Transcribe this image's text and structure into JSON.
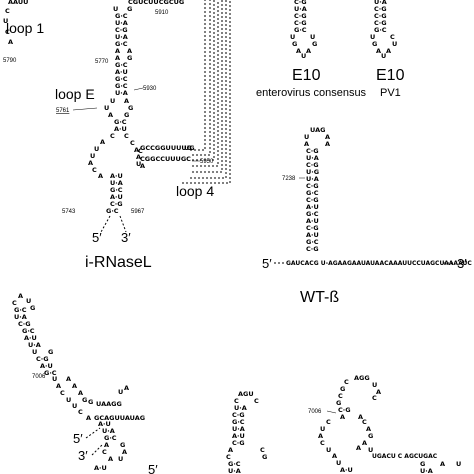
{
  "structures": {
    "irnasel": {
      "title": "i-RNaseL",
      "loops": {
        "loop1": "loop 1",
        "loopE": "loop E",
        "loop4": "loop 4"
      },
      "numbers": {
        "n5790": "5790",
        "n5910": "5910",
        "n5770": "5770",
        "n5930": "5930",
        "n5761": "5761",
        "n5950": "5950",
        "n5743": "5743",
        "n5967": "5967"
      },
      "prime5": "5′",
      "prime3": "3′",
      "basepair_GC": "G·C"
    },
    "e10_consensus": {
      "title": "E10",
      "subtitle": "enterovirus consensus"
    },
    "e10_pv1": {
      "title": "E10",
      "subtitle": "PV1"
    },
    "wtb": {
      "title": "WT-ß",
      "number": "7238",
      "prime5": "5′",
      "prime3": "3′",
      "linear_seq": "GAUCACG U-AGAAGAAUAUAACAAAUUCCUAGCUAAAAUC",
      "hairpin_top": "UAG"
    },
    "bottom_left": {
      "number": "7006",
      "prime5": "5′",
      "prime3": "3′"
    },
    "bottom_right": {
      "number": "7006",
      "linear_seq": "UGACU C  AGCUGAC"
    },
    "bottom_mid": {
      "prime5": "5′"
    }
  }
}
